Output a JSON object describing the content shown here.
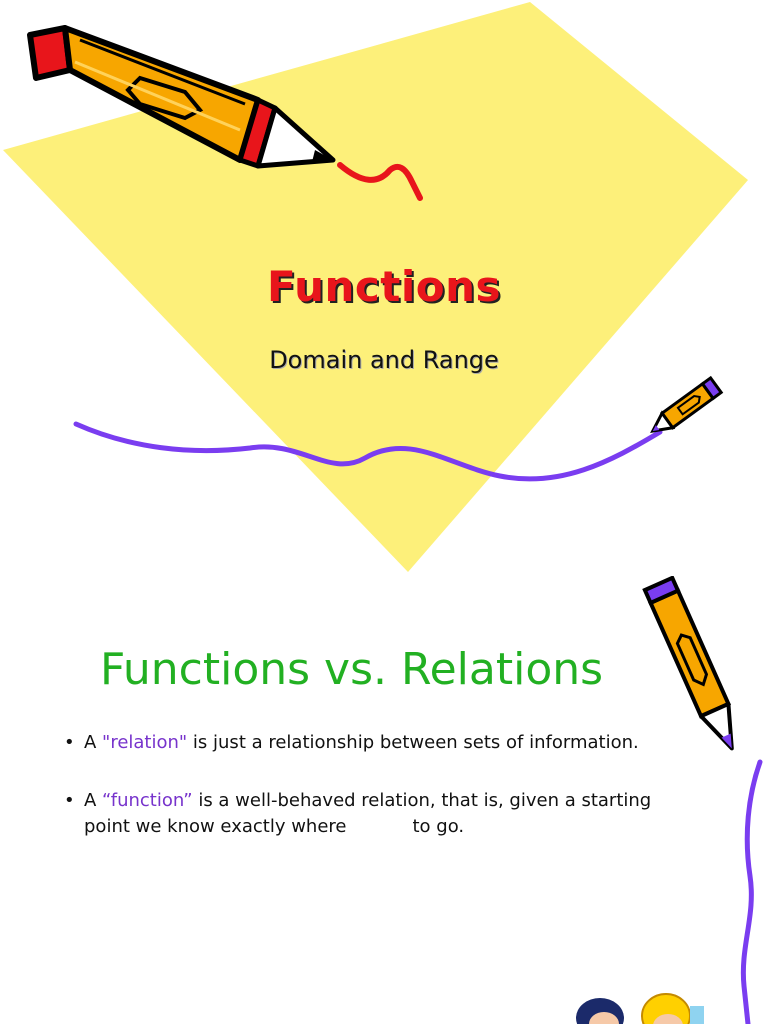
{
  "slide1": {
    "title": "Functions",
    "subtitle": "Domain and Range"
  },
  "slide2": {
    "title": "Functions vs. Relations",
    "bullets": [
      {
        "marker": "•",
        "pre": "A ",
        "term": "\"relation\"",
        "post": " is just a relationship between sets of information."
      },
      {
        "marker": "•",
        "pre": "A ",
        "term": "“function”",
        "line1_post": " is a well-behaved relation, that is, given a starting",
        "line2_a": "point we know exactly where",
        "line2_b": "to go."
      }
    ]
  },
  "colors": {
    "diamond": "#fdf07a",
    "title_red": "#e8151b",
    "heading_green": "#22b022",
    "highlight_purple": "#7733cc",
    "squiggle_purple": "#7a3df0",
    "pencil_orange": "#f7a600",
    "pencil_red": "#e8151b"
  }
}
